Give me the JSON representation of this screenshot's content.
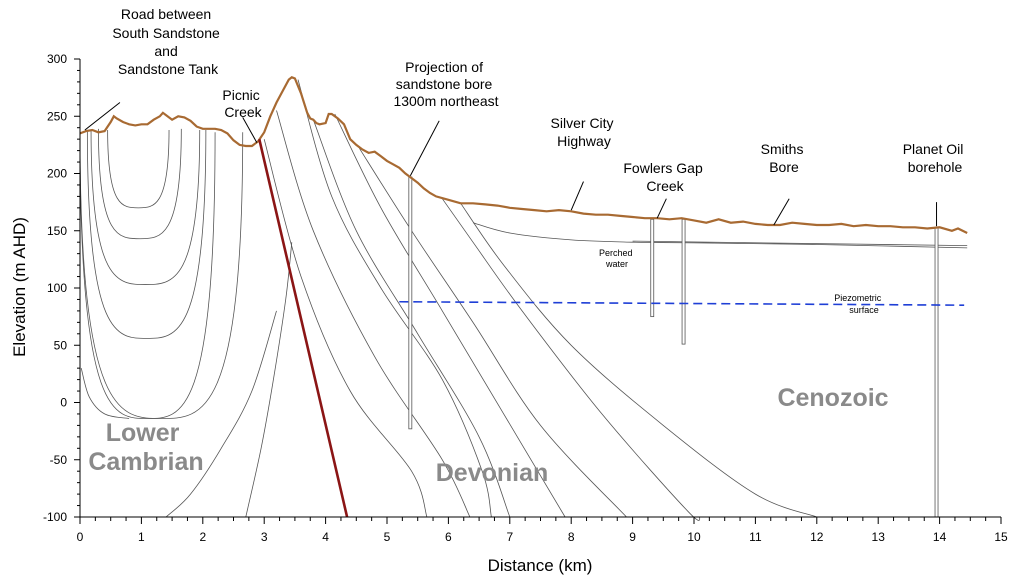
{
  "chart_data": {
    "type": "cross-section",
    "xlabel": "Distance (km)",
    "ylabel": "Elevation (m AHD)",
    "xlim": [
      0,
      15
    ],
    "ylim": [
      -100,
      300
    ],
    "x_ticks": [
      "0",
      "1",
      "2",
      "3",
      "4",
      "5",
      "6",
      "7",
      "8",
      "9",
      "10",
      "11",
      "12",
      "13",
      "14",
      "15"
    ],
    "y_ticks": [
      "300",
      "250",
      "200",
      "150",
      "100",
      "50",
      "0",
      "-50",
      "-100"
    ],
    "colors": {
      "ground_surface": "#a86a32",
      "fault": "#8b1515",
      "piezometric": "#1f3fd6",
      "unit_label": "#8a8a8a",
      "lines": "#555555"
    },
    "ground_surface": [
      [
        0.0,
        235
      ],
      [
        0.1,
        237
      ],
      [
        0.2,
        238
      ],
      [
        0.3,
        236
      ],
      [
        0.4,
        237
      ],
      [
        0.5,
        245
      ],
      [
        0.55,
        250
      ],
      [
        0.6,
        248
      ],
      [
        0.7,
        245
      ],
      [
        0.8,
        243
      ],
      [
        0.9,
        242
      ],
      [
        1.0,
        243
      ],
      [
        1.1,
        243
      ],
      [
        1.2,
        247
      ],
      [
        1.3,
        250
      ],
      [
        1.35,
        253
      ],
      [
        1.4,
        251
      ],
      [
        1.5,
        247
      ],
      [
        1.6,
        250
      ],
      [
        1.7,
        249
      ],
      [
        1.8,
        246
      ],
      [
        1.9,
        241
      ],
      [
        2.0,
        239
      ],
      [
        2.2,
        239
      ],
      [
        2.3,
        238
      ],
      [
        2.4,
        235
      ],
      [
        2.5,
        229
      ],
      [
        2.6,
        225
      ],
      [
        2.7,
        224
      ],
      [
        2.8,
        224
      ],
      [
        2.9,
        228
      ],
      [
        3.0,
        236
      ],
      [
        3.1,
        250
      ],
      [
        3.2,
        262
      ],
      [
        3.3,
        272
      ],
      [
        3.4,
        282
      ],
      [
        3.45,
        284
      ],
      [
        3.5,
        283
      ],
      [
        3.6,
        270
      ],
      [
        3.7,
        253
      ],
      [
        3.75,
        248
      ],
      [
        3.8,
        247
      ],
      [
        3.85,
        244
      ],
      [
        3.9,
        243
      ],
      [
        4.0,
        244
      ],
      [
        4.05,
        252
      ],
      [
        4.1,
        252
      ],
      [
        4.2,
        248
      ],
      [
        4.3,
        243
      ],
      [
        4.4,
        230
      ],
      [
        4.5,
        225
      ],
      [
        4.6,
        221
      ],
      [
        4.7,
        218
      ],
      [
        4.8,
        219
      ],
      [
        4.9,
        215
      ],
      [
        5.0,
        211
      ],
      [
        5.1,
        208
      ],
      [
        5.2,
        205
      ],
      [
        5.3,
        200
      ],
      [
        5.4,
        196
      ],
      [
        5.5,
        192
      ],
      [
        5.6,
        187
      ],
      [
        5.7,
        183
      ],
      [
        5.8,
        180
      ],
      [
        6.0,
        177
      ],
      [
        6.2,
        174
      ],
      [
        6.4,
        174
      ],
      [
        6.6,
        173
      ],
      [
        6.8,
        172
      ],
      [
        7.0,
        170
      ],
      [
        7.2,
        169
      ],
      [
        7.4,
        168
      ],
      [
        7.6,
        167
      ],
      [
        7.8,
        168
      ],
      [
        8.0,
        167
      ],
      [
        8.2,
        165
      ],
      [
        8.4,
        164
      ],
      [
        8.6,
        164
      ],
      [
        8.8,
        163
      ],
      [
        9.0,
        162
      ],
      [
        9.2,
        161
      ],
      [
        9.4,
        161
      ],
      [
        9.6,
        160
      ],
      [
        9.8,
        161
      ],
      [
        10.0,
        159
      ],
      [
        10.2,
        157
      ],
      [
        10.4,
        160
      ],
      [
        10.6,
        157
      ],
      [
        10.8,
        158
      ],
      [
        11.0,
        156
      ],
      [
        11.2,
        155
      ],
      [
        11.4,
        155
      ],
      [
        11.6,
        157
      ],
      [
        11.8,
        156
      ],
      [
        12.0,
        155
      ],
      [
        12.2,
        155
      ],
      [
        12.4,
        156
      ],
      [
        12.6,
        154
      ],
      [
        12.8,
        155
      ],
      [
        13.0,
        154
      ],
      [
        13.2,
        154
      ],
      [
        13.4,
        153
      ],
      [
        13.6,
        153
      ],
      [
        13.8,
        152
      ],
      [
        14.0,
        153
      ],
      [
        14.2,
        150
      ],
      [
        14.3,
        152
      ],
      [
        14.45,
        148
      ]
    ],
    "fault_line": [
      [
        2.92,
        230
      ],
      [
        4.35,
        -100
      ]
    ],
    "piezometric_surface": {
      "y": 88,
      "x_start": 5.2,
      "x_end": 14.4
    },
    "perched_surface": [
      [
        6.4,
        157
      ],
      [
        7.0,
        148
      ],
      [
        8.0,
        142
      ],
      [
        9.0,
        140
      ],
      [
        10.0,
        139.5
      ],
      [
        12.0,
        138
      ],
      [
        14.45,
        135
      ]
    ],
    "perched_surface_2": [
      [
        9.0,
        141
      ],
      [
        14.45,
        137
      ]
    ],
    "synclinal_folds": [
      {
        "x0": 0.45,
        "x1": 1.45,
        "y0": 238,
        "ymin": 170
      },
      {
        "x0": 0.3,
        "x1": 1.65,
        "y0": 239,
        "ymin": 143
      },
      {
        "x0": 0.18,
        "x1": 1.95,
        "y0": 238,
        "ymin": 103
      },
      {
        "x0": 0.12,
        "x1": 2.05,
        "y0": 238,
        "ymin": 56
      },
      {
        "x0": 0.0,
        "x1": 2.2,
        "y0": 236,
        "ymin": -14
      },
      {
        "x0": 0.0,
        "x1": 2.65,
        "y0": 236,
        "ymin": -14
      }
    ],
    "left_edge_curve": [
      [
        0.02,
        30
      ],
      [
        0.15,
        5
      ],
      [
        0.4,
        -10
      ],
      [
        0.8,
        -14
      ]
    ],
    "anticlinal_lines": [
      [
        [
          1.4,
          -100
        ],
        [
          1.8,
          -80
        ],
        [
          2.3,
          -40
        ],
        [
          2.8,
          10
        ],
        [
          3.2,
          80
        ]
      ],
      [
        [
          2.7,
          -100
        ],
        [
          2.95,
          -40
        ],
        [
          3.15,
          20
        ],
        [
          3.35,
          90
        ],
        [
          3.45,
          140
        ]
      ]
    ],
    "dipping_beds": [
      [
        [
          3.0,
          230
        ],
        [
          3.6,
          110
        ],
        [
          4.4,
          10
        ],
        [
          5.4,
          -60
        ],
        [
          5.65,
          -100
        ]
      ],
      [
        [
          3.2,
          255
        ],
        [
          3.8,
          150
        ],
        [
          4.8,
          40
        ],
        [
          5.9,
          -50
        ],
        [
          6.35,
          -100
        ]
      ],
      [
        [
          3.55,
          282
        ],
        [
          4.1,
          180
        ],
        [
          4.9,
          100
        ],
        [
          5.9,
          20
        ],
        [
          6.55,
          -60
        ],
        [
          6.7,
          -100
        ]
      ],
      [
        [
          3.8,
          247
        ],
        [
          4.5,
          150
        ],
        [
          5.5,
          60
        ],
        [
          6.5,
          -30
        ],
        [
          7.0,
          -100
        ]
      ],
      [
        [
          4.15,
          252
        ],
        [
          4.9,
          170
        ],
        [
          5.9,
          80
        ],
        [
          6.9,
          -10
        ],
        [
          7.9,
          -100
        ]
      ],
      [
        [
          4.55,
          222
        ],
        [
          5.4,
          150
        ],
        [
          6.4,
          70
        ],
        [
          7.5,
          -20
        ],
        [
          8.9,
          -100
        ]
      ],
      [
        [
          5.9,
          178
        ],
        [
          6.4,
          140
        ],
        [
          7.2,
          80
        ],
        [
          8.5,
          -10
        ],
        [
          9.9,
          -95
        ],
        [
          10.1,
          -100
        ]
      ],
      [
        [
          6.2,
          174
        ],
        [
          6.9,
          120
        ],
        [
          8.0,
          50
        ],
        [
          9.5,
          -20
        ],
        [
          11.0,
          -80
        ],
        [
          12.0,
          -100
        ]
      ]
    ],
    "boreholes": [
      {
        "x": 5.38,
        "top": 197,
        "bottom": -23
      },
      {
        "x": 9.32,
        "top": 160,
        "bottom": 75
      },
      {
        "x": 9.83,
        "top": 160,
        "bottom": 51
      },
      {
        "x": 13.95,
        "top": 153,
        "bottom": -100
      }
    ],
    "annotations": [
      {
        "id": "road",
        "lines": [
          "Road between",
          "South Sandstone",
          "and",
          "Sandstone Tank"
        ],
        "leader": [
          [
            0.08,
            238
          ],
          [
            0.65,
            262
          ]
        ]
      },
      {
        "id": "picnic",
        "lines": [
          "Picnic",
          "Creek"
        ],
        "leader": [
          [
            2.88,
            227
          ],
          [
            2.65,
            249
          ]
        ]
      },
      {
        "id": "projection",
        "lines": [
          "Projection of",
          "sandstone bore",
          "1300m northeast"
        ],
        "leader": [
          [
            5.38,
            198
          ],
          [
            5.85,
            246
          ]
        ]
      },
      {
        "id": "silver",
        "lines": [
          "Silver City",
          "Highway"
        ],
        "leader": [
          [
            8.0,
            168
          ],
          [
            8.2,
            193
          ]
        ]
      },
      {
        "id": "fowlers",
        "lines": [
          "Fowlers Gap",
          "Creek"
        ],
        "leader": [
          [
            9.4,
            161
          ],
          [
            9.55,
            178
          ]
        ]
      },
      {
        "id": "smiths",
        "lines": [
          "Smiths",
          "Bore"
        ],
        "leader": [
          [
            11.3,
            155
          ],
          [
            11.55,
            178
          ]
        ]
      },
      {
        "id": "planet",
        "lines": [
          "Planet Oil",
          "borehole"
        ],
        "leader": [
          [
            13.95,
            154
          ],
          [
            13.95,
            175
          ]
        ]
      },
      {
        "id": "perched",
        "lines": [
          "Perched",
          "water"
        ]
      },
      {
        "id": "piezo",
        "lines": [
          "Piezometric",
          "surface"
        ]
      }
    ],
    "unit_labels": [
      {
        "id": "lower",
        "lines": [
          "Lower",
          "Cambrian"
        ]
      },
      {
        "id": "devonian",
        "lines": [
          "Devonian"
        ]
      },
      {
        "id": "cenozoic",
        "lines": [
          "Cenozoic"
        ]
      }
    ]
  }
}
